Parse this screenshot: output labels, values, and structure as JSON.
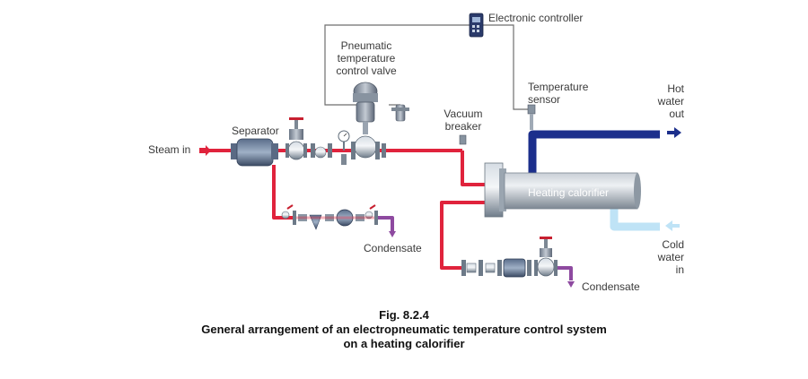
{
  "labels": {
    "electronic_controller": "Electronic controller",
    "pneumatic_valve": "Pneumatic\ntemperature\ncontrol valve",
    "temperature_sensor": "Temperature\nsensor",
    "hot_water_out": "Hot\nwater\nout",
    "vacuum_breaker": "Vacuum\nbreaker",
    "separator": "Separator",
    "steam_in": "Steam in",
    "heating_calorifier": "Heating calorifier",
    "condensate_1": "Condensate",
    "condensate_2": "Condensate",
    "cold_water_in": "Cold\nwater\nin"
  },
  "caption": {
    "fig": "Fig. 8.2.4",
    "line1": "General arrangement of an electropneumatic temperature control system",
    "line2": "on a heating calorifier"
  },
  "colors": {
    "steam": "#e0233c",
    "hot_water": "#1c2f8c",
    "cold_water": "#bfe3f6",
    "condensate": "#8e4aa0",
    "signal": "#707070",
    "metal": "#8a98a6"
  }
}
